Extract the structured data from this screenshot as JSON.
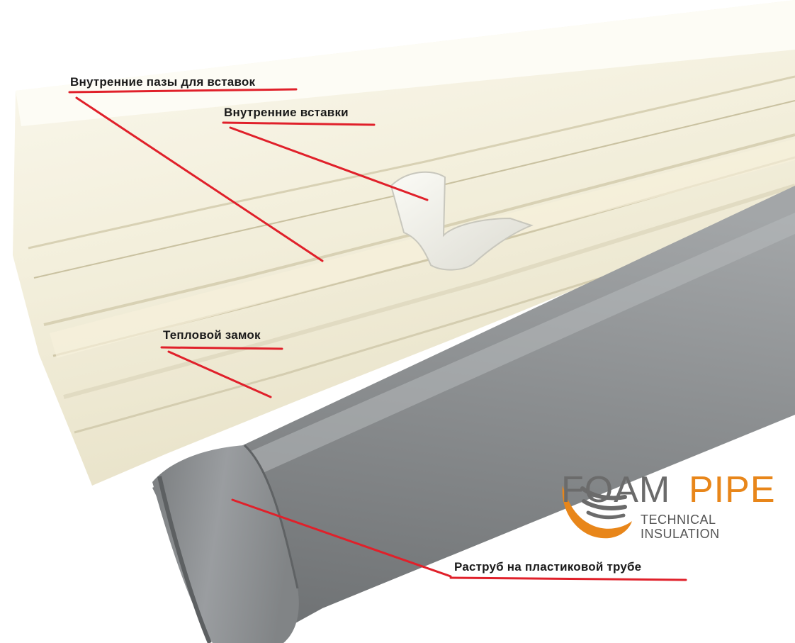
{
  "labels": {
    "grooves": "Внутренние пазы для вставок",
    "inserts": "Внутренние вставки",
    "thermal_lock": "Тепловой замок",
    "socket": "Раструб на пластиковой трубе"
  },
  "logo": {
    "word_foam": "FOAM",
    "word_pipe": "PIPE",
    "tagline": "TECHNICAL INSULATION"
  },
  "colors": {
    "callout_line": "#e0202a",
    "foam": "#f3efdc",
    "pipe": "#8e9193",
    "logo_gray": "#6b6b6b",
    "logo_orange": "#e8861a"
  }
}
